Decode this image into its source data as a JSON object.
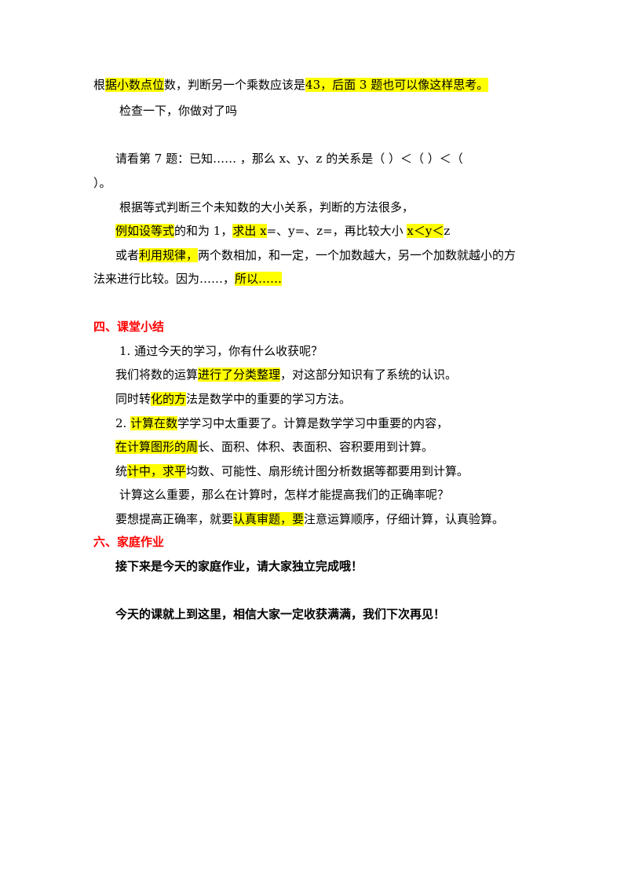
{
  "section_intro": {
    "line1": {
      "a": "根",
      "b": "据小数点位",
      "c": "数，判断另一个乘数应该是",
      "d": "43，后面 3 题也可以像这样思考。"
    },
    "line2": "检查一下，你做对了吗"
  },
  "question7": {
    "line1": "请看第 7 题：已知……  ，那么 x、y、z 的关系是（            ）＜（            ）＜（",
    "line2": "）。",
    "line3": "根据等式判断三个未知数的大小关系，判断的方法很多，",
    "line4": {
      "a": "例如设等式",
      "b": "的和为 1，",
      "c": "求出 x",
      "d": "=、y=、z=，再比较大小 ",
      "e": "x＜y＜",
      "f": "z"
    },
    "line5": {
      "a": "或者",
      "b": "利用规律，",
      "c": "两个数相加，和一定，一个加数越大，另一个加数就越小的方"
    },
    "line6": {
      "a": "法来进行比较。因为……，",
      "b": "所以……"
    }
  },
  "section4": {
    "heading": "四、课堂小结",
    "line1": "1. 通过今天的学习，你有什么收获呢？",
    "line2": {
      "a": "我们将数的运算",
      "b": "进行了分类整理",
      "c": "，对这部分知识有了系统的认识。"
    },
    "line3": {
      "a": "同时转",
      "b": "化的方",
      "c": "法是数学中的重要的学习方法。"
    },
    "line4": {
      "a": "2. ",
      "b": "计算在数",
      "c": "学学习中太重要了。计算是数学学习中重要的内容，"
    },
    "line5": {
      "a": "在计算图形的周",
      "b": "长、面积、体积、表面积、容积要用到计算。"
    },
    "line6": {
      "a": "统",
      "b": "计中，求平",
      "c": "均数、可能性、扇形统计图分析数据等都要用到计算。"
    },
    "line7": "计算这么重要，那么在计算时，怎样才能提高我们的正确率呢？",
    "line8": {
      "a": "要想提高正确率，就要",
      "b": "认真审题，要",
      "c": "注意运算顺序，仔细计算，认真验算。"
    }
  },
  "section6": {
    "heading": "六、家庭作业",
    "line1": "接下来是今天的家庭作业，请大家独立完成哦！",
    "line2": "今天的课就上到这里，相信大家一定收获满满，我们下次再见！"
  }
}
